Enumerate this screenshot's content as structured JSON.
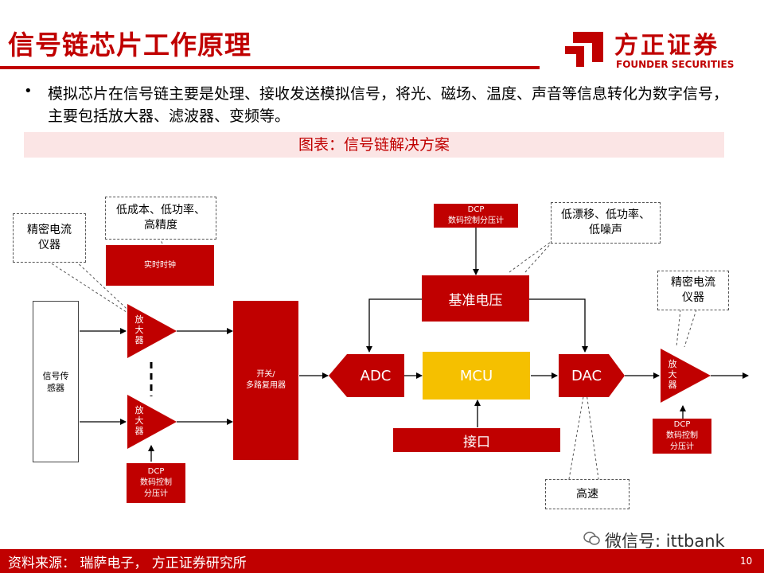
{
  "title": "信号链芯片工作原理",
  "logo": {
    "cn": "方正证券",
    "en": "FOUNDER SECURITIES"
  },
  "bullet": {
    "marker": "•",
    "text": "模拟芯片在信号链主要是处理、接收发送模拟信号，将光、磁场、温度、声音等信息转化为数字信号，主要包括放大器、滤波器、变频等。"
  },
  "caption": "图表：信号链解决方案",
  "diagram": {
    "note_precision_meter_left": "精密电流\n仪器",
    "note_low_cost": "低成本、低功率、\n高精度",
    "realtime_clock": "实时时钟",
    "sensor": "信号传\n感器",
    "amp_label": "放\n大\n器",
    "dcp_left": "DCP\n数码控制\n分压计",
    "mux": "开关/\n多路复用器",
    "adc": "ADC",
    "mcu": "MCU",
    "dac": "DAC",
    "interface": "接口",
    "ref_voltage": "基准电压",
    "dcp_top": "DCP\n数码控制分压计",
    "note_low_drift": "低漂移、低功率、\n低噪声",
    "note_precision_meter_right": "精密电流\n仪器",
    "dcp_right": "DCP\n数码控制\n分压计",
    "note_high_speed": "高速"
  },
  "footer": {
    "source": "资料来源：  瑞萨电子，  方正证券研究所",
    "page": "10"
  },
  "watermark": "微信号: ittbank",
  "colors": {
    "brand_red": "#c00000",
    "mcu_yellow": "#f5c000",
    "caption_band": "#fbe5e5"
  }
}
